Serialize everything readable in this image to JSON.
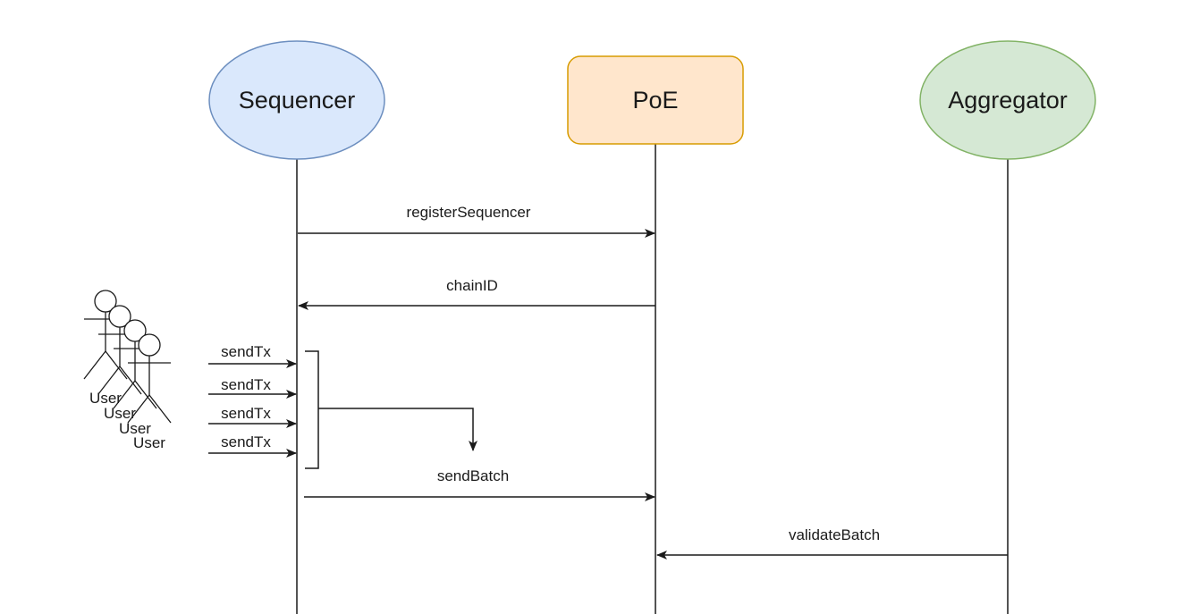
{
  "participants": {
    "sequencer": {
      "label": "Sequencer",
      "fill": "#dae8fc",
      "stroke": "#6c8ebf"
    },
    "poe": {
      "label": "PoE",
      "fill": "#ffe6cc",
      "stroke": "#d79b00"
    },
    "aggregator": {
      "label": "Aggregator",
      "fill": "#d5e8d4",
      "stroke": "#82b366"
    }
  },
  "messages": {
    "register": "registerSequencer",
    "chain_id": "chainID",
    "send_tx": [
      "sendTx",
      "sendTx",
      "sendTx",
      "sendTx"
    ],
    "send_batch": "sendBatch",
    "validate_batch": "validateBatch"
  },
  "users": [
    "User",
    "User",
    "User",
    "User"
  ],
  "colors": {
    "line": "#1a1a1a",
    "text": "#1a1a1a"
  }
}
